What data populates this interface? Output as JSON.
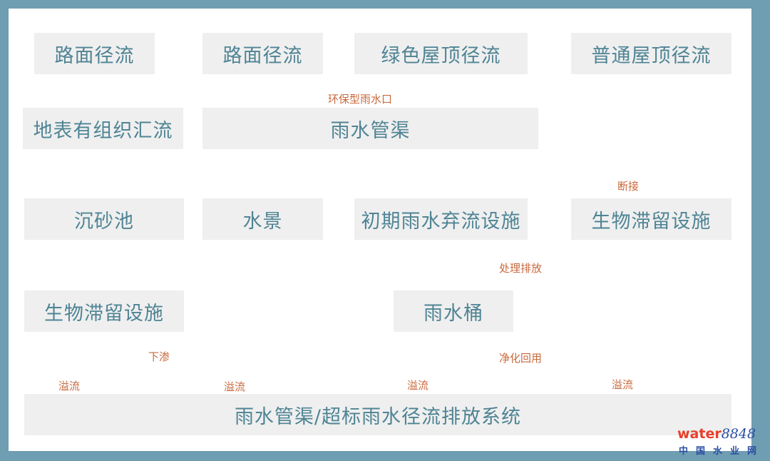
{
  "boxes": {
    "road1": "路面径流",
    "road2": "路面径流",
    "green_roof": "绿色屋顶径流",
    "normal_roof": "普通屋顶径流",
    "surface_flow": "地表有组织汇流",
    "pipe": "雨水管渠",
    "grit": "沉砂池",
    "water_feature": "水景",
    "first_flush": "初期雨水弃流设施",
    "bio_right": "生物滞留设施",
    "bio_left": "生物滞留设施",
    "barrel": "雨水桶",
    "drain_system": "雨水管渠/超标雨水径流排放系统"
  },
  "labels": {
    "eco_inlet": "环保型雨水口",
    "disconnect": "断接",
    "treat_discharge": "处理排放",
    "infiltrate": "下渗",
    "purify_reuse": "净化回用",
    "overflow1": "溢流",
    "overflow2": "溢流",
    "overflow3": "溢流",
    "overflow4": "溢流"
  },
  "watermark": {
    "brand_a": "water",
    "brand_b": "8848",
    "sub": "中国水业网"
  },
  "colors": {
    "line": "#d6d2a8",
    "box_text": "#4f8494",
    "label_text": "#c8693c",
    "border": "#6f9db2"
  }
}
